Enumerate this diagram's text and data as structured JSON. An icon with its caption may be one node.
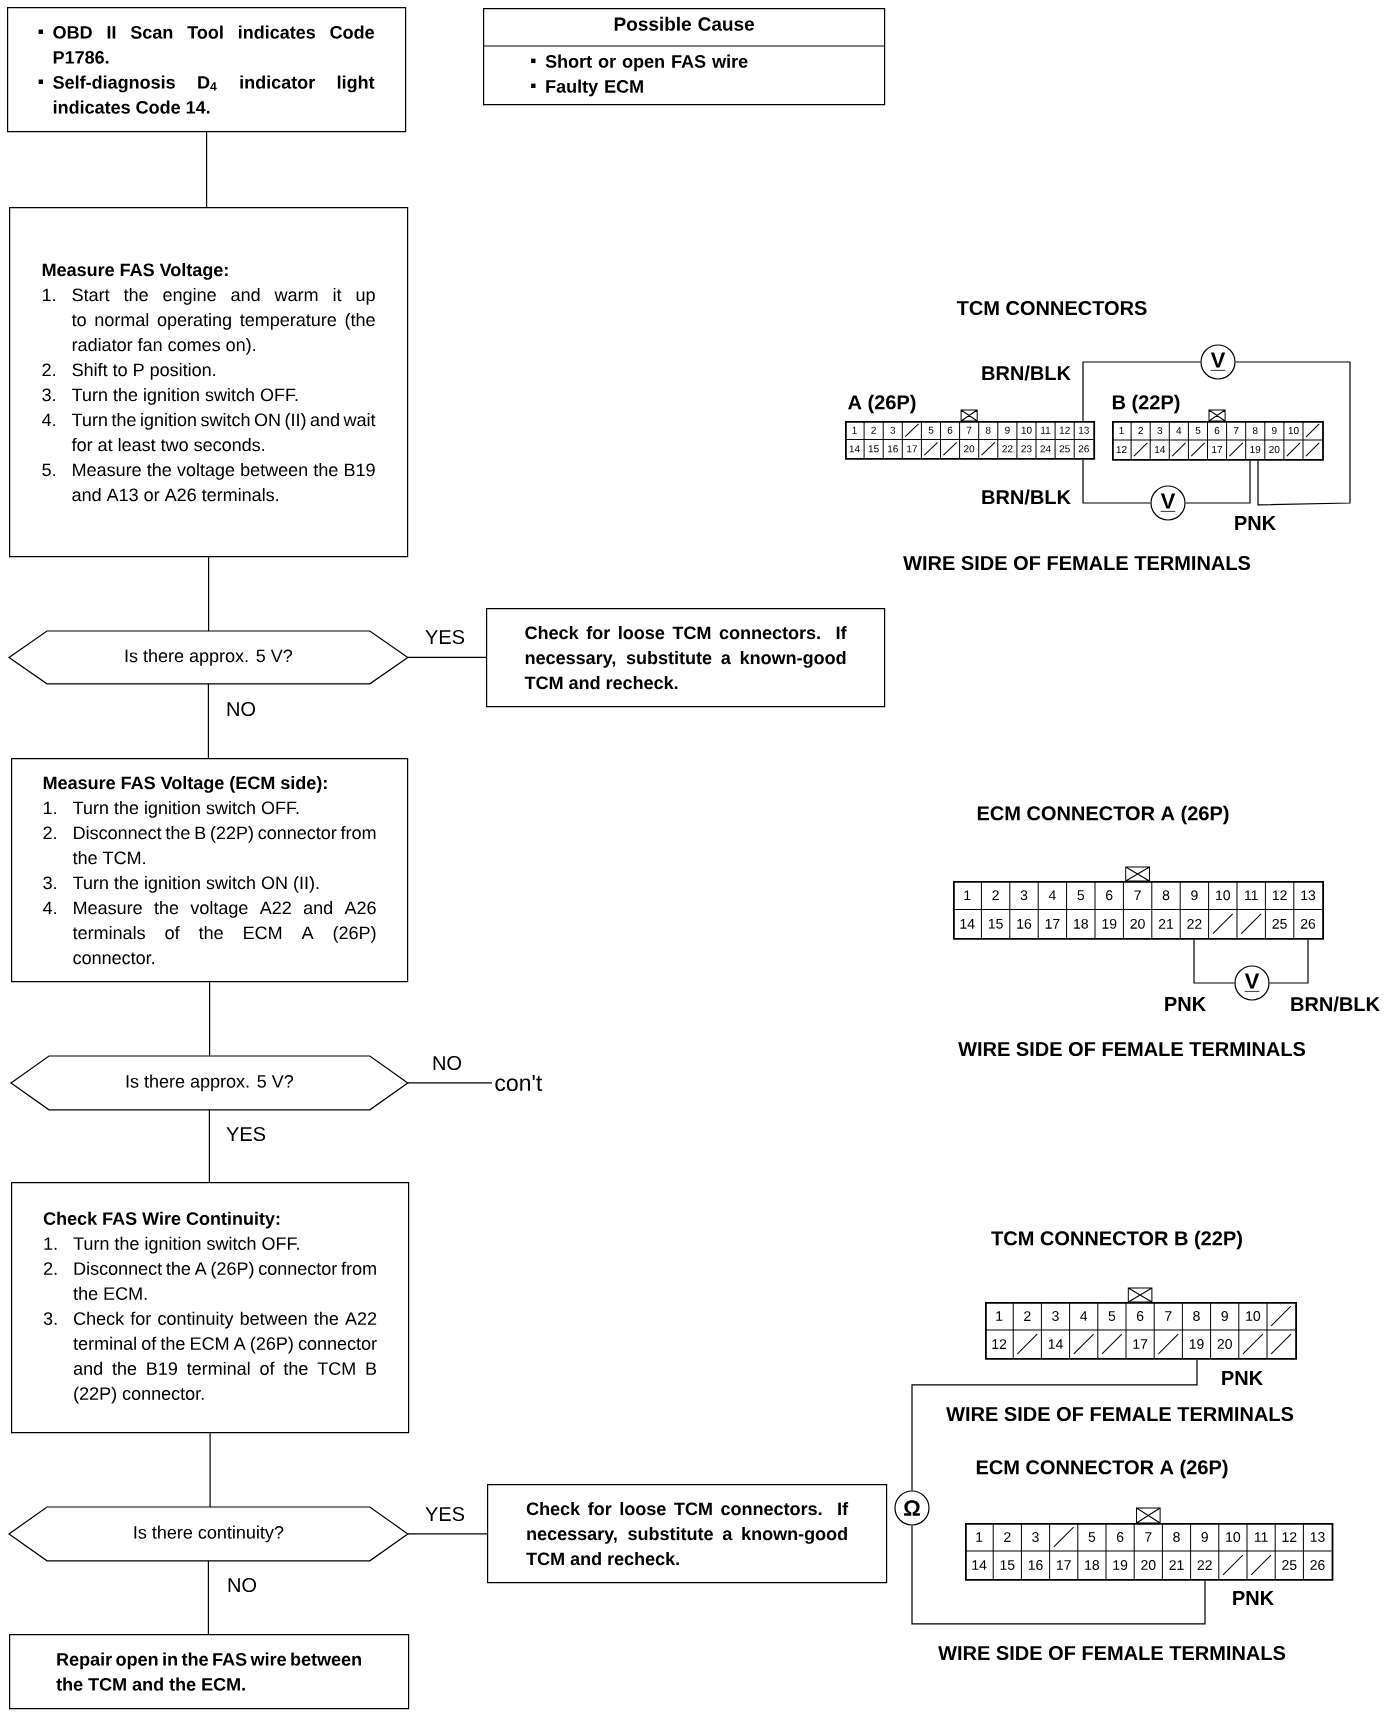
{
  "diagram": {
    "nodes": [
      {
        "text": [
          "OBD II Scan Tool indicates Code P1786.",
          "Self-diagnosis D$_{4}$ indicator light indicates Code 14."
        ]
      },
      {
        "text": [
          "Possible Cause",
          "Short or open FAS wire",
          "Faulty ECM"
        ]
      },
      {
        "text": [
          "Measure FAS Voltage:",
          "1.",
          "Start the engine and warm it up to normal operating temperature (the radiator fan comes on).",
          "2.",
          "Shift to P position.",
          "3.",
          "Turn the ignition switch OFF.",
          "4.",
          "Turn the ignition switch ON (II) and wait for at least two seconds.",
          "5.",
          "Measure the voltage between the B19 and A13 or A26 terminals."
        ]
      },
      {
        "text": [
          "Is there approx. 5 V?"
        ]
      },
      {
        "text": [
          "Check for loose TCM connectors. If necessary, substitute a known-good TCM and recheck."
        ]
      },
      {
        "text": [
          "Measure FAS Voltage (ECM side):",
          "1.",
          "Turn the ignition switch OFF.",
          "2.",
          "Disconnect the B (22P) connector from the TCM.",
          "3.",
          "Turn the ignition switch ON (II).",
          "4.",
          "Measure the voltage A22 and A26 terminals of the ECM A (26P) connector."
        ]
      },
      {
        "text": [
          "Is there approx. 5 V?"
        ]
      },
      {
        "text": [
          "con't"
        ]
      },
      {
        "text": [
          "Check FAS Wire Continuity:",
          "1.",
          "Turn the ignition switch OFF.",
          "2.",
          "Disconnect the A (26P) connector from the ECM.",
          "3.",
          "Check for continuity between the A22 terminal of the ECM A (26P) connector and the B19 terminal of the TCM B (22P) connector."
        ]
      },
      {
        "text": [
          "Is there continuity?"
        ]
      },
      {
        "text": [
          "Check for loose TCM connectors. If necessary, substitute a known-good TCM and recheck."
        ]
      },
      {
        "text": [
          "Repair open in the FAS wire between the TCM and the ECM."
        ]
      },
      {
        "text": [
          "1",
          "2",
          "3",
          "5",
          "6",
          "7",
          "8",
          "9",
          "10",
          "11",
          "12",
          "13",
          "14",
          "15",
          "16",
          "17",
          "20",
          "22",
          "23",
          "24",
          "25",
          "26"
        ],
        "beside": [
          "A (26P)"
        ]
      },
      {
        "text": [
          "1",
          "2",
          "3",
          "4",
          "5",
          "6",
          "7",
          "8",
          "9",
          "10",
          "12",
          "14",
          "17",
          "19",
          "20"
        ],
        "beside": [
          "B (22P)"
        ]
      },
      {
        "text": [
          "V"
        ]
      },
      {
        "text": [
          "V"
        ]
      },
      {
        "text": [
          "1",
          "2",
          "3",
          "4",
          "5",
          "6",
          "7",
          "8",
          "9",
          "10",
          "11",
          "12",
          "13",
          "14",
          "15",
          "16",
          "17",
          "18",
          "19",
          "20",
          "21",
          "22",
          "25",
          "26"
        ]
      },
      {
        "text": [
          "V"
        ]
      },
      {
        "text": [
          "1",
          "2",
          "3",
          "4",
          "5",
          "6",
          "7",
          "8",
          "9",
          "10",
          "12",
          "14",
          "17",
          "19",
          "20"
        ]
      },
      {
        "text": [
          "Ω"
        ]
      },
      {
        "text": [
          "1",
          "2",
          "3",
          "5",
          "6",
          "7",
          "8",
          "9",
          "10",
          "11",
          "12",
          "13",
          "14",
          "15",
          "16",
          "17",
          "18",
          "19",
          "20",
          "21",
          "22",
          "25",
          "26"
        ]
      }
    ],
    "edges": [
      {
        "from": 0,
        "to": 2,
        "arrow": "none"
      },
      {
        "from": 2,
        "to": 3,
        "arrow": "none"
      },
      {
        "from": 3,
        "to": 4,
        "arrow": "none",
        "label": "YES"
      },
      {
        "from": 3,
        "to": 5,
        "arrow": "none",
        "label": "NO"
      },
      {
        "from": 5,
        "to": 6,
        "arrow": "none"
      },
      {
        "from": 6,
        "to": 7,
        "arrow": "none",
        "label": "NO"
      },
      {
        "from": 6,
        "to": 8,
        "arrow": "none",
        "label": "YES"
      },
      {
        "from": 8,
        "to": 9,
        "arrow": "none"
      },
      {
        "from": 9,
        "to": 10,
        "arrow": "none",
        "label": "YES"
      },
      {
        "from": 9,
        "to": 11,
        "arrow": "none",
        "label": "NO"
      },
      {
        "from": 12,
        "to": 14,
        "arrow": "none",
        "label": "BRN/BLK"
      },
      {
        "from": 14,
        "to": 13,
        "arrow": "none"
      },
      {
        "from": 12,
        "to": 15,
        "arrow": "none",
        "label": "BRN/BLK"
      },
      {
        "from": 15,
        "to": 13,
        "arrow": "none",
        "label": "PNK"
      },
      {
        "from": 16,
        "to": 17,
        "arrow": "none",
        "label": "PNK"
      },
      {
        "from": 17,
        "to": 16,
        "arrow": "none",
        "label": "BRN/BLK"
      },
      {
        "from": 18,
        "to": 19,
        "arrow": "none",
        "label": "PNK"
      },
      {
        "from": 19,
        "to": 20,
        "arrow": "none",
        "label": "PNK"
      }
    ],
    "labels": [
      "TCM CONNECTORS",
      "WIRE SIDE OF FEMALE TERMINALS",
      "ECM CONNECTOR A (26P)",
      "WIRE SIDE OF FEMALE TERMINALS",
      "TCM CONNECTOR B (22P)",
      "WIRE SIDE OF FEMALE TERMINALS",
      "ECM CONNECTOR A (26P)",
      "WIRE SIDE OF FEMALE TERMINALS"
    ]
  }
}
